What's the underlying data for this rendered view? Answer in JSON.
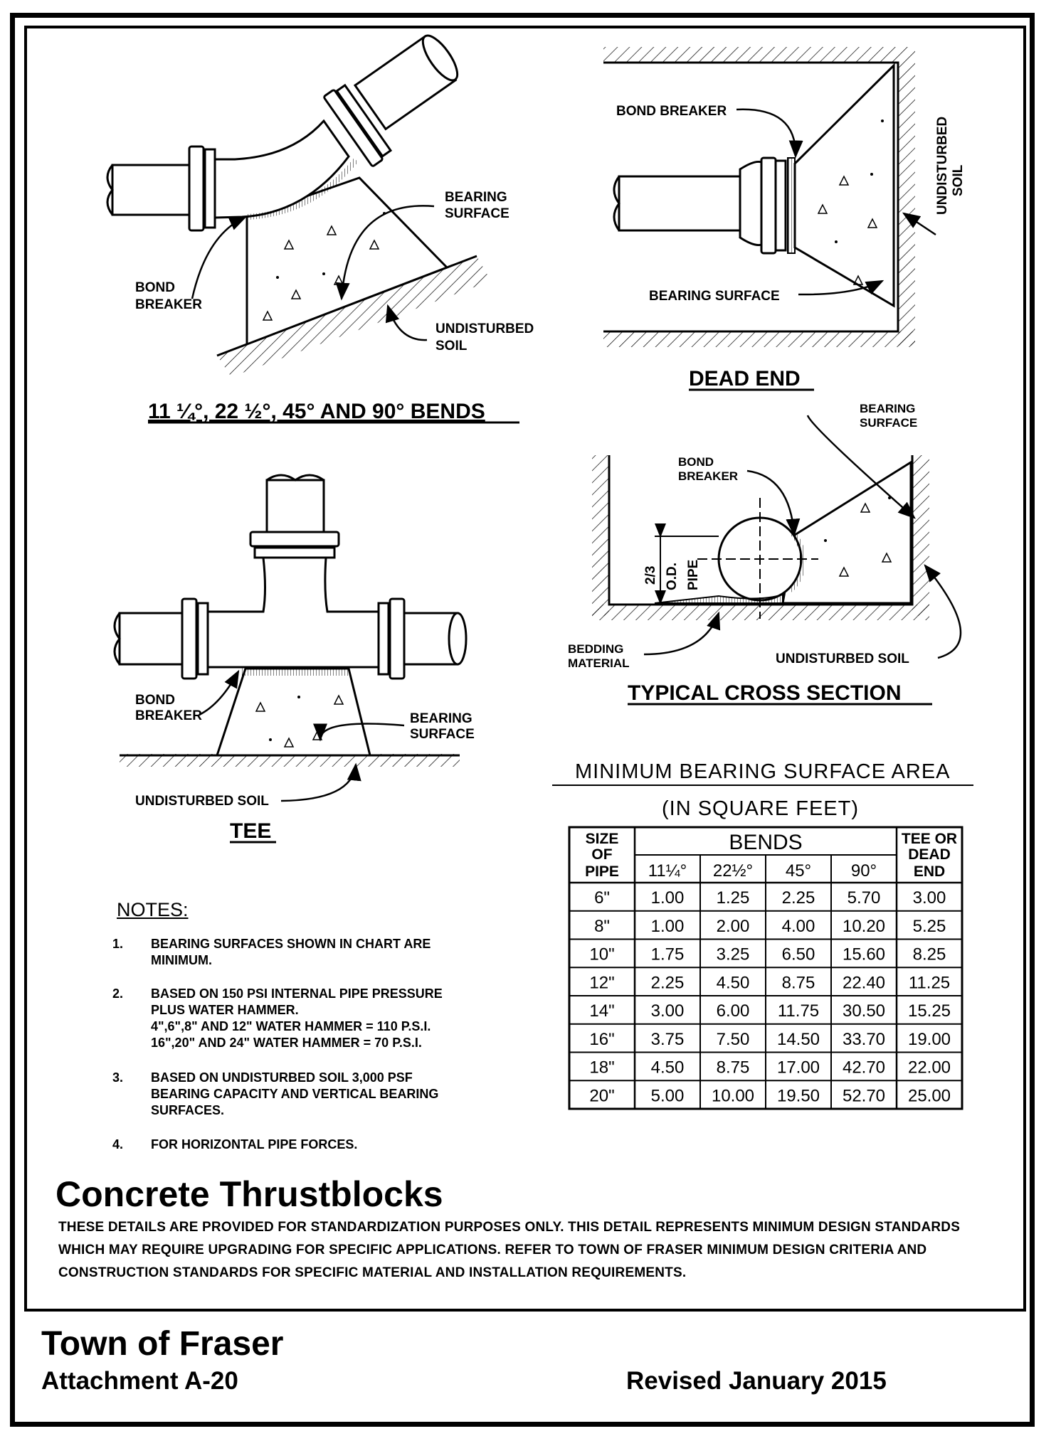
{
  "bends": {
    "title": "11 ¼°, 22 ½°, 45° AND 90° BENDS",
    "bearing_surface": [
      "BEARING",
      "SURFACE"
    ],
    "bond_breaker": [
      "BOND",
      "BREAKER"
    ],
    "undisturbed_soil": [
      "UNDISTURBED",
      "SOIL"
    ]
  },
  "dead_end": {
    "title": "DEAD END",
    "bond_breaker": "BOND  BREAKER",
    "bearing_surface": "BEARING  SURFACE",
    "undisturbed_soil": [
      "UNDISTURBED",
      "SOIL"
    ]
  },
  "cross_section": {
    "title": "TYPICAL CROSS SECTION",
    "bearing_surface": [
      "BEARING",
      "SURFACE"
    ],
    "bond_breaker": [
      "BOND",
      "BREAKER"
    ],
    "od_label": [
      "2/3",
      "O.D.",
      "PIPE"
    ],
    "bedding_material": [
      "BEDDING",
      "MATERIAL"
    ],
    "undisturbed_soil": "UNDISTURBED  SOIL"
  },
  "tee": {
    "title": "TEE",
    "bond_breaker": [
      "BOND",
      "BREAKER"
    ],
    "bearing_surface": [
      "BEARING",
      "SURFACE"
    ],
    "undisturbed_soil": "UNDISTURBED  SOIL"
  },
  "table": {
    "title": "MINIMUM  BEARING  SURFACE  AREA",
    "subtitle": "(IN  SQUARE  FEET)",
    "size_header": [
      "SIZE",
      "OF",
      "PIPE"
    ],
    "bends_header": "BENDS",
    "tee_header": [
      "TEE  OR",
      "DEAD",
      "END"
    ],
    "angle_headers": [
      "11¼°",
      "22½°",
      "45°",
      "90°"
    ],
    "rows": [
      [
        "6\"",
        "1.00",
        "1.25",
        "2.25",
        "5.70",
        "3.00"
      ],
      [
        "8\"",
        "1.00",
        "2.00",
        "4.00",
        "10.20",
        "5.25"
      ],
      [
        "10\"",
        "1.75",
        "3.25",
        "6.50",
        "15.60",
        "8.25"
      ],
      [
        "12\"",
        "2.25",
        "4.50",
        "8.75",
        "22.40",
        "11.25"
      ],
      [
        "14\"",
        "3.00",
        "6.00",
        "11.75",
        "30.50",
        "15.25"
      ],
      [
        "16\"",
        "3.75",
        "7.50",
        "14.50",
        "33.70",
        "19.00"
      ],
      [
        "18\"",
        "4.50",
        "8.75",
        "17.00",
        "42.70",
        "22.00"
      ],
      [
        "20\"",
        "5.00",
        "10.00",
        "19.50",
        "52.70",
        "25.00"
      ]
    ]
  },
  "notes": {
    "title": "NOTES:",
    "items": [
      {
        "num": "1.",
        "text": "BEARING  SURFACES  SHOWN  IN  CHART  ARE\nMINIMUM."
      },
      {
        "num": "2.",
        "text": "BASED  ON  150  PSI  INTERNAL  PIPE  PRESSURE\nPLUS  WATER  HAMMER.\n4\",6\",8\"  AND  12\"  WATER  HAMMER  =  110  P.S.I.\n16\",20\"  AND  24\"  WATER  HAMMER  =  70  P.S.I."
      },
      {
        "num": "3.",
        "text": "BASED  ON  UNDISTURBED  SOIL  3,000  PSF\nBEARING  CAPACITY  AND  VERTICAL  BEARING\nSURFACES."
      },
      {
        "num": "4.",
        "text": "FOR  HORIZONTAL  PIPE  FORCES."
      }
    ]
  },
  "footer": {
    "main_title": "Concrete Thrustblocks",
    "disclaimer": "THESE DETAILS ARE PROVIDED FOR STANDARDIZATION PURPOSES ONLY.  THIS DETAIL REPRESENTS MINIMUM DESIGN STANDARDS WHICH MAY REQUIRE UPGRADING FOR SPECIFIC APPLICATIONS.  REFER TO TOWN OF FRASER MINIMUM DESIGN CRITERIA AND CONSTRUCTION STANDARDS FOR SPECIFIC MATERIAL AND INSTALLATION REQUIREMENTS.",
    "town": "Town of Fraser",
    "attachment": "Attachment A-20",
    "revised": "Revised January 2015"
  }
}
